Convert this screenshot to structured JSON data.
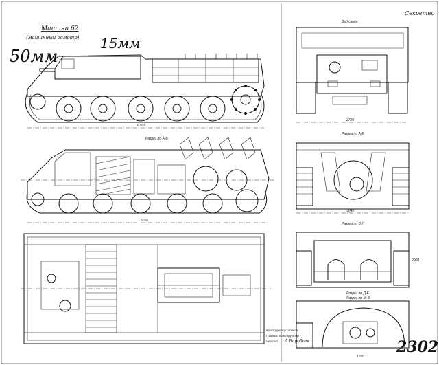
{
  "sheet": {
    "main_title": "Машина 62",
    "subtitle": "(машинный осмотр)",
    "corner_label": "Секретно",
    "handwritten_left": "50мм",
    "handwritten_top": "15мм",
    "sheet_number": "2302"
  },
  "view_captions": {
    "rear_top": "Вид сзади",
    "front_lower": "Разрез по А-Б",
    "rear_section_cd": "Разрез по В-Г",
    "section_de": "Разрез по Д-Е",
    "section_zh": "Разрез по Ж-З",
    "longitudinal": "Разрез по А-Б"
  },
  "signature_block": {
    "line1": "Конструктор отдела",
    "line2": "Главный конструктор",
    "line3": "Чертил",
    "signature": "А.Воробьев"
  },
  "dims": {
    "d1": "6700",
    "d2": "2720",
    "d3": "3040",
    "d4": "2900",
    "d5": "1700"
  }
}
